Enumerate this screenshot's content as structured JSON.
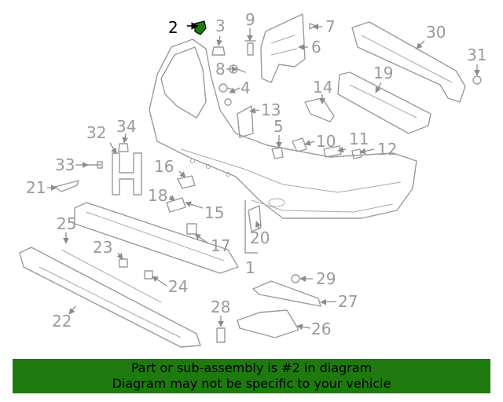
{
  "diagram": {
    "callouts": [
      "1",
      "2",
      "3",
      "4",
      "5",
      "6",
      "7",
      "8",
      "9",
      "10",
      "11",
      "12",
      "13",
      "14",
      "15",
      "16",
      "17",
      "18",
      "19",
      "20",
      "21",
      "22",
      "23",
      "24",
      "25",
      "26",
      "27",
      "28",
      "29",
      "30",
      "31",
      "32",
      "33",
      "34"
    ],
    "highlighted_part": "2",
    "highlight_color": "#1e7a0f"
  },
  "banner": {
    "line1": "Part or sub-assembly is #2 in diagram",
    "line2": "Diagram may not be specific to your vehicle",
    "background": "#1e7a0f"
  }
}
